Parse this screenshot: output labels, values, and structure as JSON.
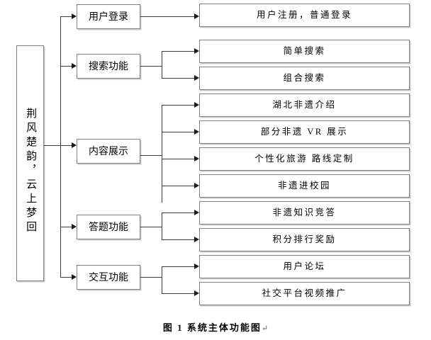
{
  "figure": {
    "caption": "图 1 系统主体功能图",
    "caption_mark": "↵"
  },
  "diagram": {
    "type": "tree",
    "orientation": "left-to-right",
    "root": {
      "label": "荆风楚韵，云上梦回",
      "text_direction": "vertical"
    },
    "branches": [
      {
        "label": "用户登录",
        "children": [
          {
            "label": "用户注册，普通登录"
          }
        ]
      },
      {
        "label": "搜索功能",
        "children": [
          {
            "label": "简单搜索"
          },
          {
            "label": "组合搜索"
          }
        ]
      },
      {
        "label": "内容展示",
        "children": [
          {
            "label": "湖北非遗介绍"
          },
          {
            "label": "部分非遗 VR 展示"
          },
          {
            "label": "个性化旅游 路线定制"
          },
          {
            "label": "非遗进校园"
          }
        ]
      },
      {
        "label": "答题功能",
        "children": [
          {
            "label": "非遗知识竞答"
          },
          {
            "label": "积分排行奖励"
          }
        ]
      },
      {
        "label": "交互功能",
        "children": [
          {
            "label": "用户论坛"
          },
          {
            "label": "社交平台视频推广"
          }
        ]
      }
    ]
  },
  "colors": {
    "background": "#ffffff",
    "box_border": "#808080",
    "box_shadow": "#c8c8c8",
    "connector": "#3c3c3c",
    "text": "#000000"
  }
}
